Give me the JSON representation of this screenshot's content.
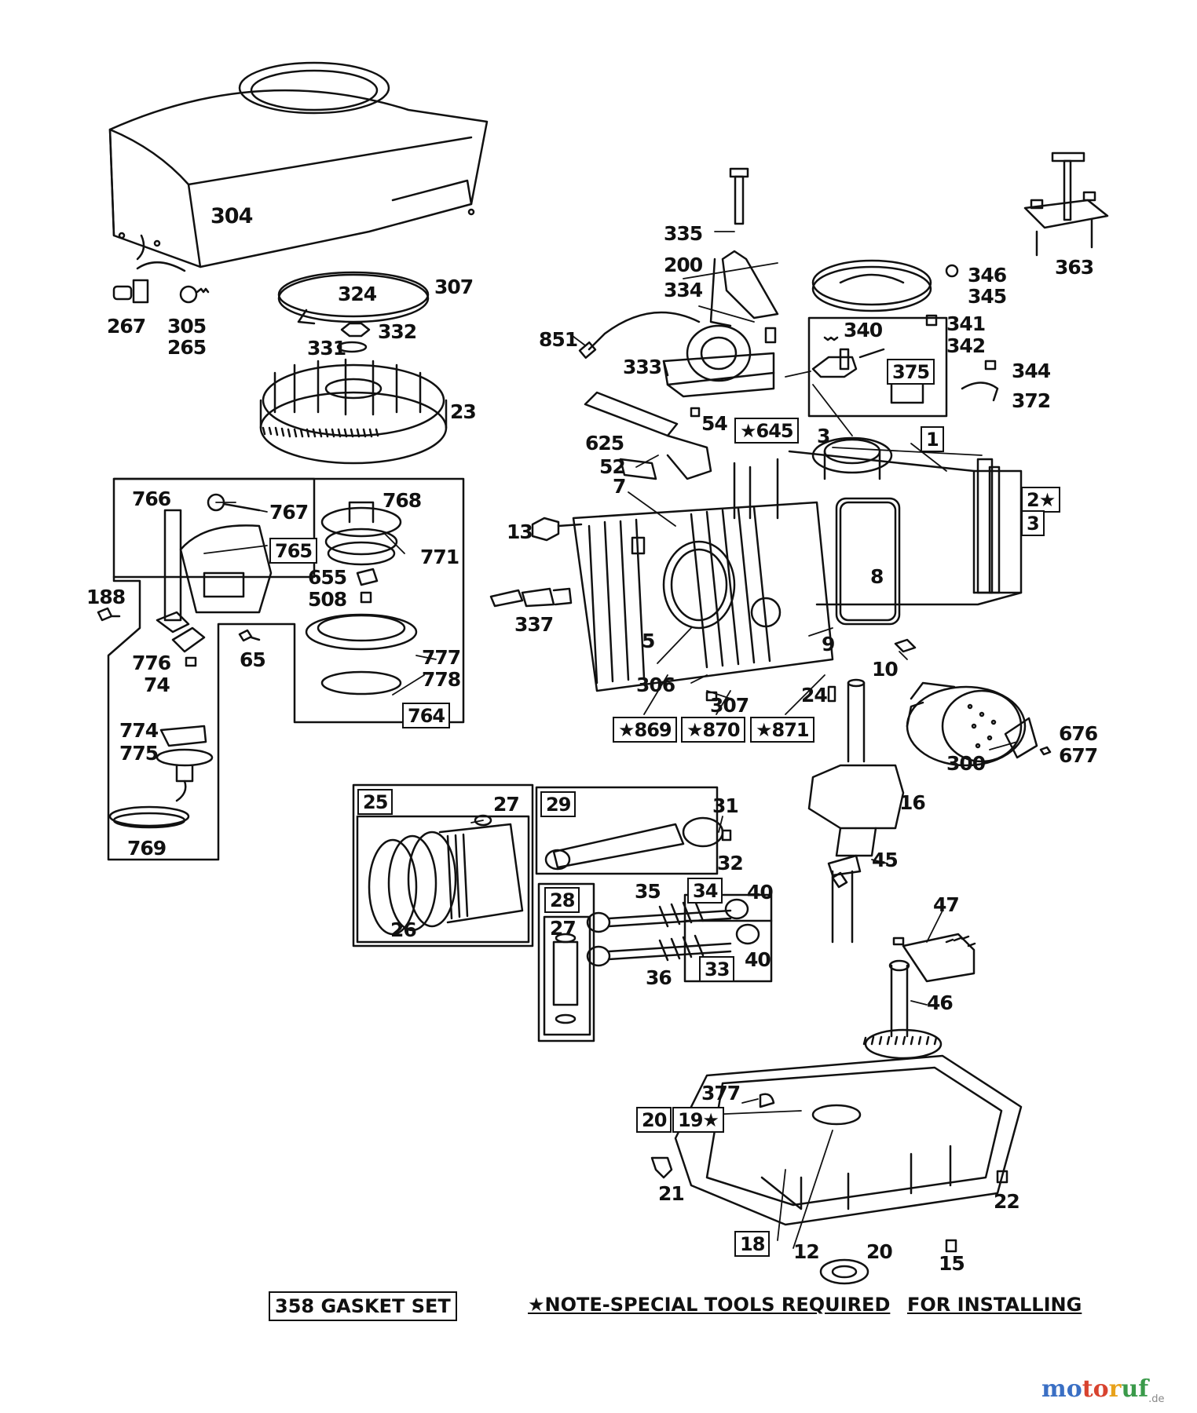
{
  "labels": {
    "l304": "304",
    "l307a": "307",
    "l324": "324",
    "l332": "332",
    "l331": "331",
    "l23": "23",
    "l267": "267",
    "l305": "305",
    "l265": "265",
    "l335": "335",
    "l200": "200",
    "l334": "334",
    "l851": "851",
    "l333": "333",
    "l54": "54",
    "l346": "346",
    "l345": "345",
    "l363": "363",
    "l341": "341",
    "l340": "340",
    "l342": "342",
    "l344": "344",
    "l372": "372",
    "l625": "625",
    "l52": "52",
    "l7": "7",
    "l3a": "3",
    "l13": "13",
    "l337": "337",
    "l8": "8",
    "l9": "9",
    "l5": "5",
    "l306": "306",
    "l307b": "307",
    "l10": "10",
    "l24": "24",
    "l300": "300",
    "l676": "676",
    "l677": "677",
    "l16": "16",
    "l45": "45",
    "l766": "766",
    "l767": "767",
    "l768": "768",
    "l771": "771",
    "l655": "655",
    "l508": "508",
    "l188": "188",
    "l776": "776",
    "l74": "74",
    "l65": "65",
    "l777": "777",
    "l778": "778",
    "l774": "774",
    "l775": "775",
    "l769": "769",
    "l27a": "27",
    "l26": "26",
    "l31": "31",
    "l32": "32",
    "l35": "35",
    "l40a": "40",
    "l36": "36",
    "l40b": "40",
    "l47": "47",
    "l46": "46",
    "l377": "377",
    "l21": "21",
    "l22": "22",
    "l12": "12",
    "l20b": "20",
    "l15": "15"
  },
  "boxed": {
    "b375": "375",
    "b645": "★645",
    "b1": "1",
    "b2": "2★",
    "b3": "3",
    "b765": "765",
    "b764": "764",
    "b869": "★869",
    "b870": "★870",
    "b871": "★871",
    "b25": "25",
    "b29": "29",
    "b34": "34",
    "b28": "28",
    "b27": "27",
    "b33": "33",
    "b20": "20",
    "b19": "19★",
    "b18": "18"
  },
  "footer": {
    "gasket_set": "358 GASKET SET",
    "note": "★NOTE-SPECIAL TOOLS REQUIRED",
    "note2": "FOR INSTALLING"
  },
  "watermark": {
    "brand": "motoruf",
    "tld": ".de",
    "colors": [
      "#3a6fc4",
      "#d8432f",
      "#e8a21c",
      "#3a9a4a"
    ]
  }
}
